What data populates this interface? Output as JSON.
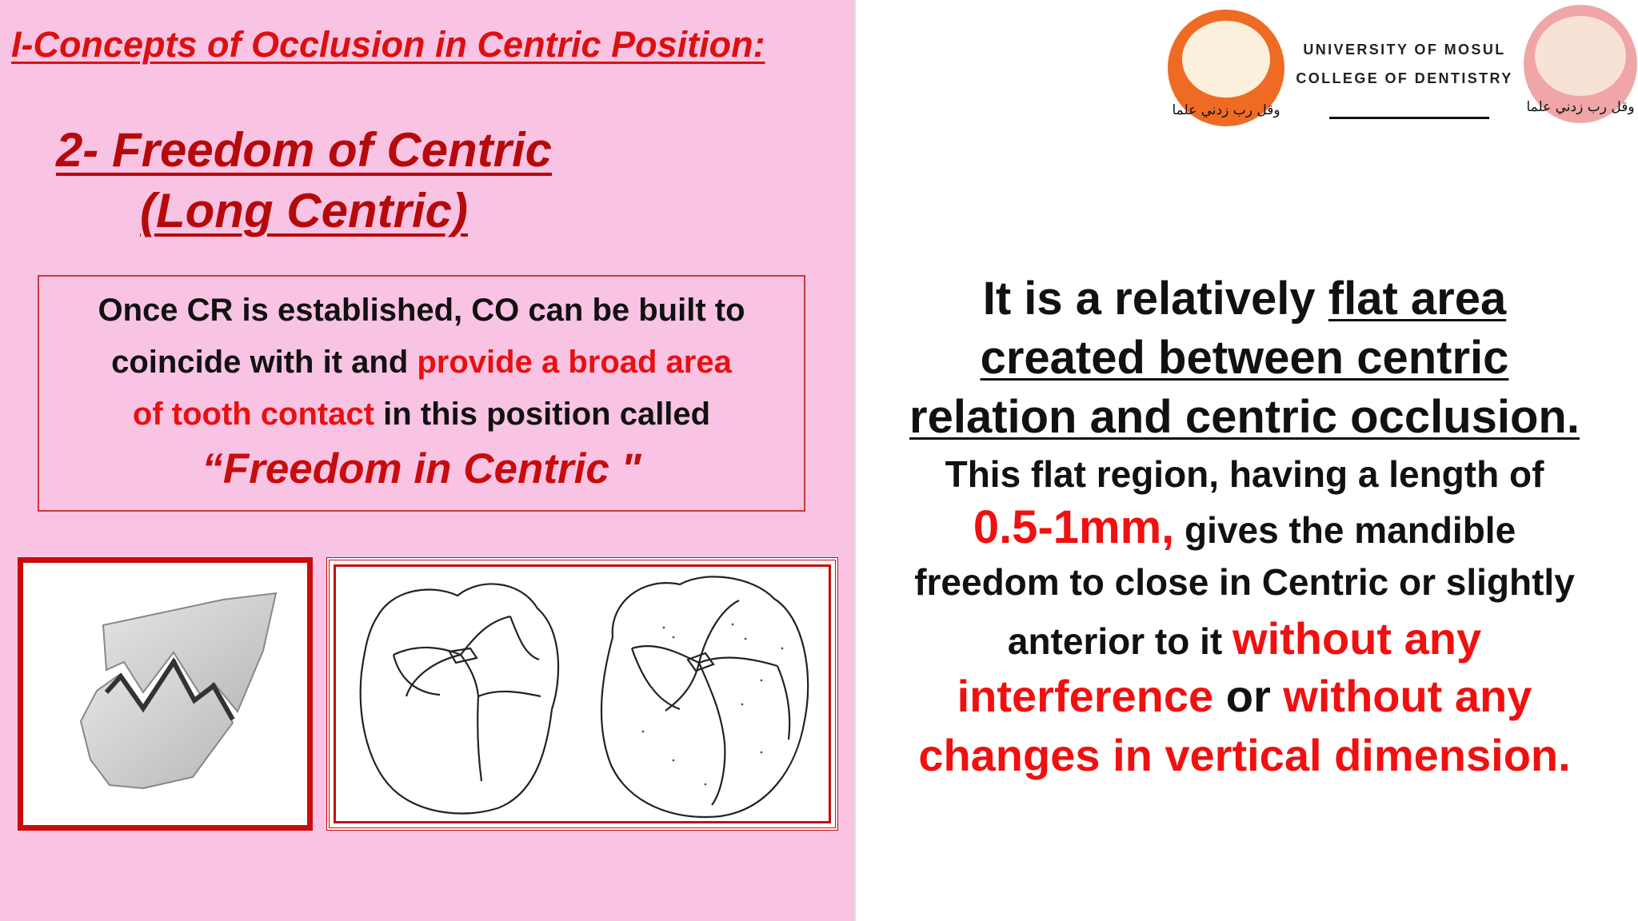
{
  "section_title": "I-Concepts of Occlusion in Centric Position:",
  "subtitle": {
    "line1": "2- Freedom of Centric",
    "line2": "(Long Centric)"
  },
  "concept_box": {
    "line1": "Once CR is established, CO can be built to",
    "line2_plain": "coincide with it and ",
    "line2_highlight": "provide a broad area",
    "line3_highlight": "of tooth contact",
    "line3_plain": " in this position called",
    "quote": "“Freedom in Centric \""
  },
  "header": {
    "university": "UNIVERSITY OF MOSUL",
    "college": "COLLEGE OF DENTISTRY",
    "logo_left_script": "وقل رب زدني علما",
    "logo_right_script": "وقل رب زدني علما"
  },
  "definition": {
    "line1_plain": "It is a relatively ",
    "line1_underlined": "flat area",
    "line2_underlined": "created between centric",
    "line3_underlined": "relation and centric occlusion."
  },
  "description": {
    "line1": "This flat region, having a length of",
    "line2_highlight": "0.5-1mm,",
    "line2_plain": " gives the mandible",
    "line3": "freedom to close in Centric or slightly",
    "line4_plain": "anterior to it ",
    "line4_highlight": "without any",
    "line5_highlight_a": "interference",
    "line5_plain": " or ",
    "line5_highlight_b": "without any",
    "line6_highlight": "changes in vertical dimension."
  },
  "colors": {
    "panel_background": "#f9c3e4",
    "title_red": "#dc1010",
    "highlight_red": "#f01010",
    "text_black": "#111111"
  }
}
